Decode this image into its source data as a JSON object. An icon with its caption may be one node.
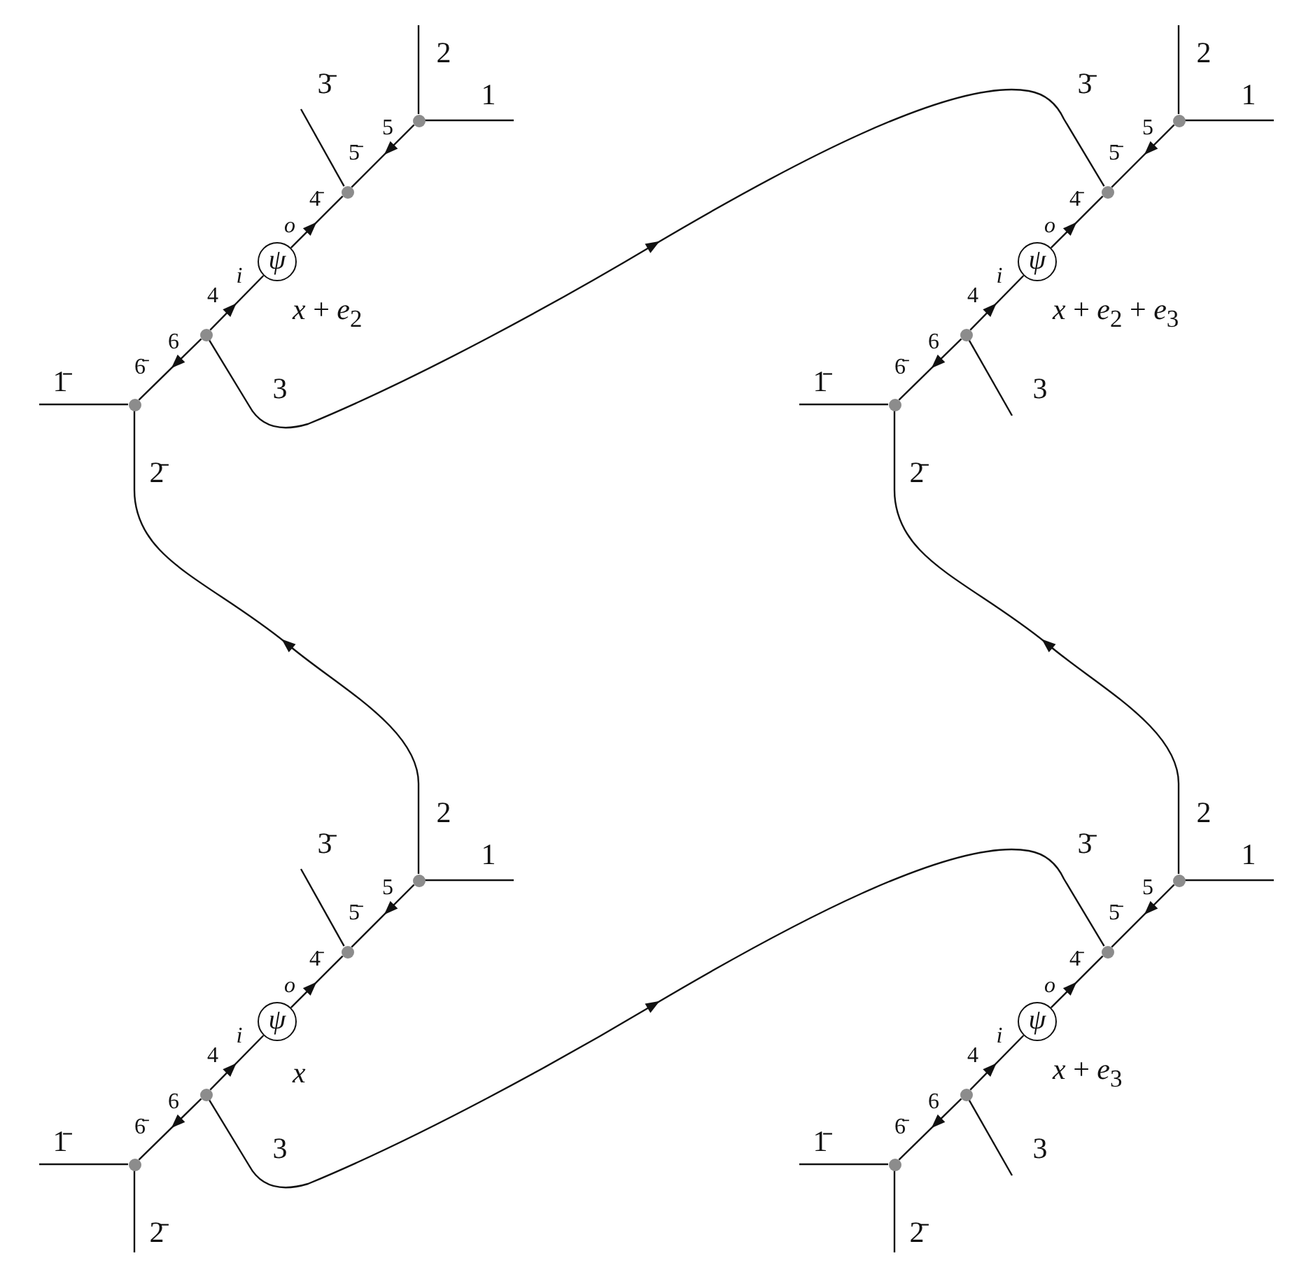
{
  "diagram": {
    "nodes": [
      {
        "text": [],
        "shape": "circle"
      },
      {
        "text": [],
        "shape": "circle"
      },
      {
        "text": [
          "ψ"
        ],
        "beside": [
          "*x* + *e*$_{2}$"
        ]
      },
      {
        "text": [],
        "shape": "circle"
      },
      {
        "text": [],
        "shape": "circle"
      },
      {
        "text": [],
        "shape": "circle"
      },
      {
        "text": [],
        "shape": "circle"
      },
      {
        "text": [
          "ψ"
        ],
        "beside": [
          "*x* + *e*$_{2}$ + *e*$_{3}$"
        ]
      },
      {
        "text": [],
        "shape": "circle"
      },
      {
        "text": [],
        "shape": "circle"
      },
      {
        "text": [],
        "shape": "circle"
      },
      {
        "text": [],
        "shape": "circle"
      },
      {
        "text": [
          "ψ"
        ],
        "beside": [
          "*x*"
        ]
      },
      {
        "text": [],
        "shape": "circle"
      },
      {
        "text": [],
        "shape": "circle"
      },
      {
        "text": [],
        "shape": "circle"
      },
      {
        "text": [],
        "shape": "circle"
      },
      {
        "text": [
          "ψ"
        ],
        "beside": [
          "*x* + *e*$_{3}$"
        ]
      },
      {
        "text": [],
        "shape": "circle"
      },
      {
        "text": [],
        "shape": "circle"
      }
    ],
    "edges": [
      {
        "from": 0,
        "to": 1,
        "arrow": "to"
      },
      {
        "from": 2,
        "to": 1,
        "arrow": "to"
      },
      {
        "from": 3,
        "to": 2,
        "arrow": "to"
      },
      {
        "from": 3,
        "to": 4,
        "arrow": "to"
      },
      {
        "from": 0,
        "to": null,
        "arrow": "none",
        "label": "2"
      },
      {
        "from": 0,
        "to": null,
        "arrow": "none",
        "label": "1"
      },
      {
        "from": 1,
        "to": null,
        "arrow": "none",
        "label": "3̄"
      },
      {
        "from": 4,
        "to": null,
        "arrow": "none",
        "label": "1̄"
      },
      {
        "from": 5,
        "to": 6,
        "arrow": "to"
      },
      {
        "from": 7,
        "to": 6,
        "arrow": "to"
      },
      {
        "from": 8,
        "to": 7,
        "arrow": "to"
      },
      {
        "from": 8,
        "to": 9,
        "arrow": "to"
      },
      {
        "from": 5,
        "to": null,
        "arrow": "none",
        "label": "2"
      },
      {
        "from": 5,
        "to": null,
        "arrow": "none",
        "label": "1"
      },
      {
        "from": 8,
        "to": null,
        "arrow": "none",
        "label": "3"
      },
      {
        "from": 9,
        "to": null,
        "arrow": "none",
        "label": "1̄"
      },
      {
        "from": 10,
        "to": 11,
        "arrow": "to"
      },
      {
        "from": 12,
        "to": 11,
        "arrow": "to"
      },
      {
        "from": 13,
        "to": 12,
        "arrow": "to"
      },
      {
        "from": 13,
        "to": 14,
        "arrow": "to"
      },
      {
        "from": 10,
        "to": null,
        "arrow": "none",
        "label": "1"
      },
      {
        "from": 11,
        "to": null,
        "arrow": "none",
        "label": "3̄"
      },
      {
        "from": 14,
        "to": null,
        "arrow": "none",
        "label": "1̄"
      },
      {
        "from": 14,
        "to": null,
        "arrow": "none",
        "label": "2̄"
      },
      {
        "from": 15,
        "to": 16,
        "arrow": "to"
      },
      {
        "from": 17,
        "to": 16,
        "arrow": "to"
      },
      {
        "from": 18,
        "to": 17,
        "arrow": "to"
      },
      {
        "from": 18,
        "to": 19,
        "arrow": "to"
      },
      {
        "from": 15,
        "to": null,
        "arrow": "none",
        "label": "1"
      },
      {
        "from": 18,
        "to": null,
        "arrow": "none",
        "label": "3"
      },
      {
        "from": 19,
        "to": null,
        "arrow": "none",
        "label": "1̄"
      },
      {
        "from": 19,
        "to": null,
        "arrow": "none",
        "label": "2̄"
      },
      {
        "from": 3,
        "to": 6,
        "arrow": "to"
      },
      {
        "from": 10,
        "to": 4,
        "arrow": "to"
      },
      {
        "from": 13,
        "to": 16,
        "arrow": "to"
      },
      {
        "from": 15,
        "to": 9,
        "arrow": "to"
      }
    ],
    "labels": [
      "5",
      "5̄",
      "4̄",
      "o",
      "i",
      "4",
      "6",
      "6̄",
      "5",
      "5̄",
      "4̄",
      "o",
      "i",
      "4",
      "6",
      "6̄",
      "5",
      "5̄",
      "4̄",
      "o",
      "i",
      "4",
      "6",
      "6̄",
      "5",
      "5̄",
      "4̄",
      "o",
      "i",
      "4",
      "6",
      "6̄",
      "3",
      "3̄",
      "2",
      "2̄",
      "3",
      "3̄",
      "2",
      "2̄"
    ]
  }
}
